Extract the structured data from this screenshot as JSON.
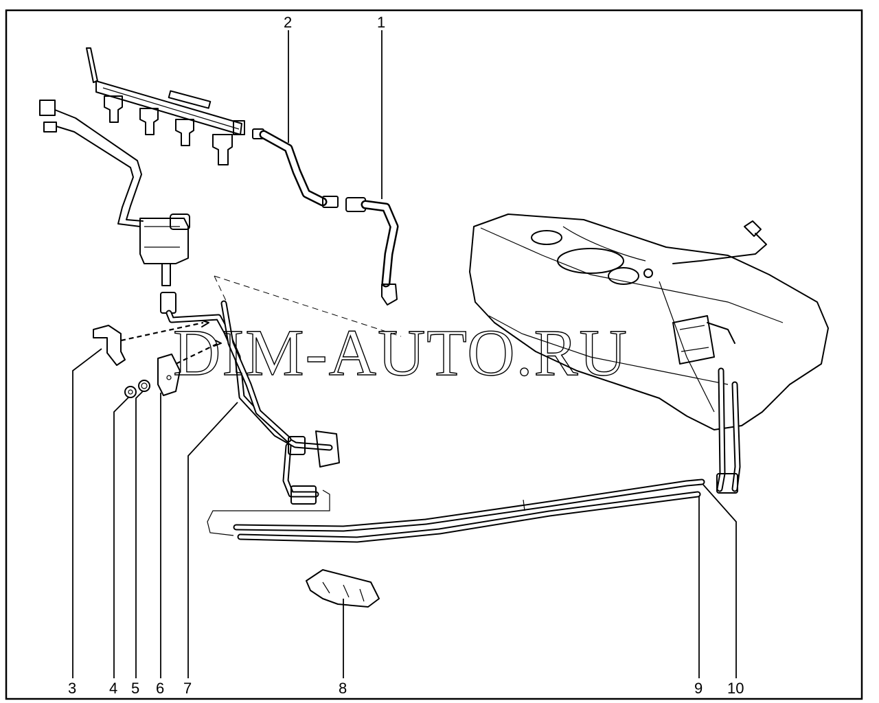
{
  "watermark": "DIM-AUTO.RU",
  "callouts": {
    "c1": "1",
    "c2": "2",
    "c3": "3",
    "c4": "4",
    "c5": "5",
    "c6": "6",
    "c7": "7",
    "c8": "8",
    "c9": "9",
    "c10": "10"
  }
}
